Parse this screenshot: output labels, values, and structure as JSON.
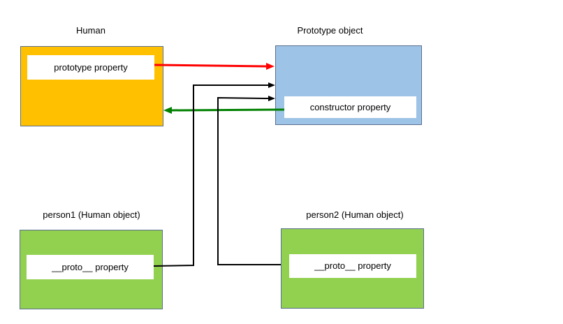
{
  "colors": {
    "human": "#ffc000",
    "prototype": "#9dc3e6",
    "person": "#92d050",
    "prototype_arrow": "#ff0000",
    "constructor_arrow": "#008000",
    "proto_arrow": "#000000"
  },
  "human": {
    "title": "Human",
    "property": "prototype property"
  },
  "prototype_object": {
    "title": "Prototype object",
    "property": "constructor property"
  },
  "person1": {
    "title": "person1 (Human object)",
    "property": "__proto__ property"
  },
  "person2": {
    "title": "person2 (Human object)",
    "property": "__proto__ property"
  }
}
